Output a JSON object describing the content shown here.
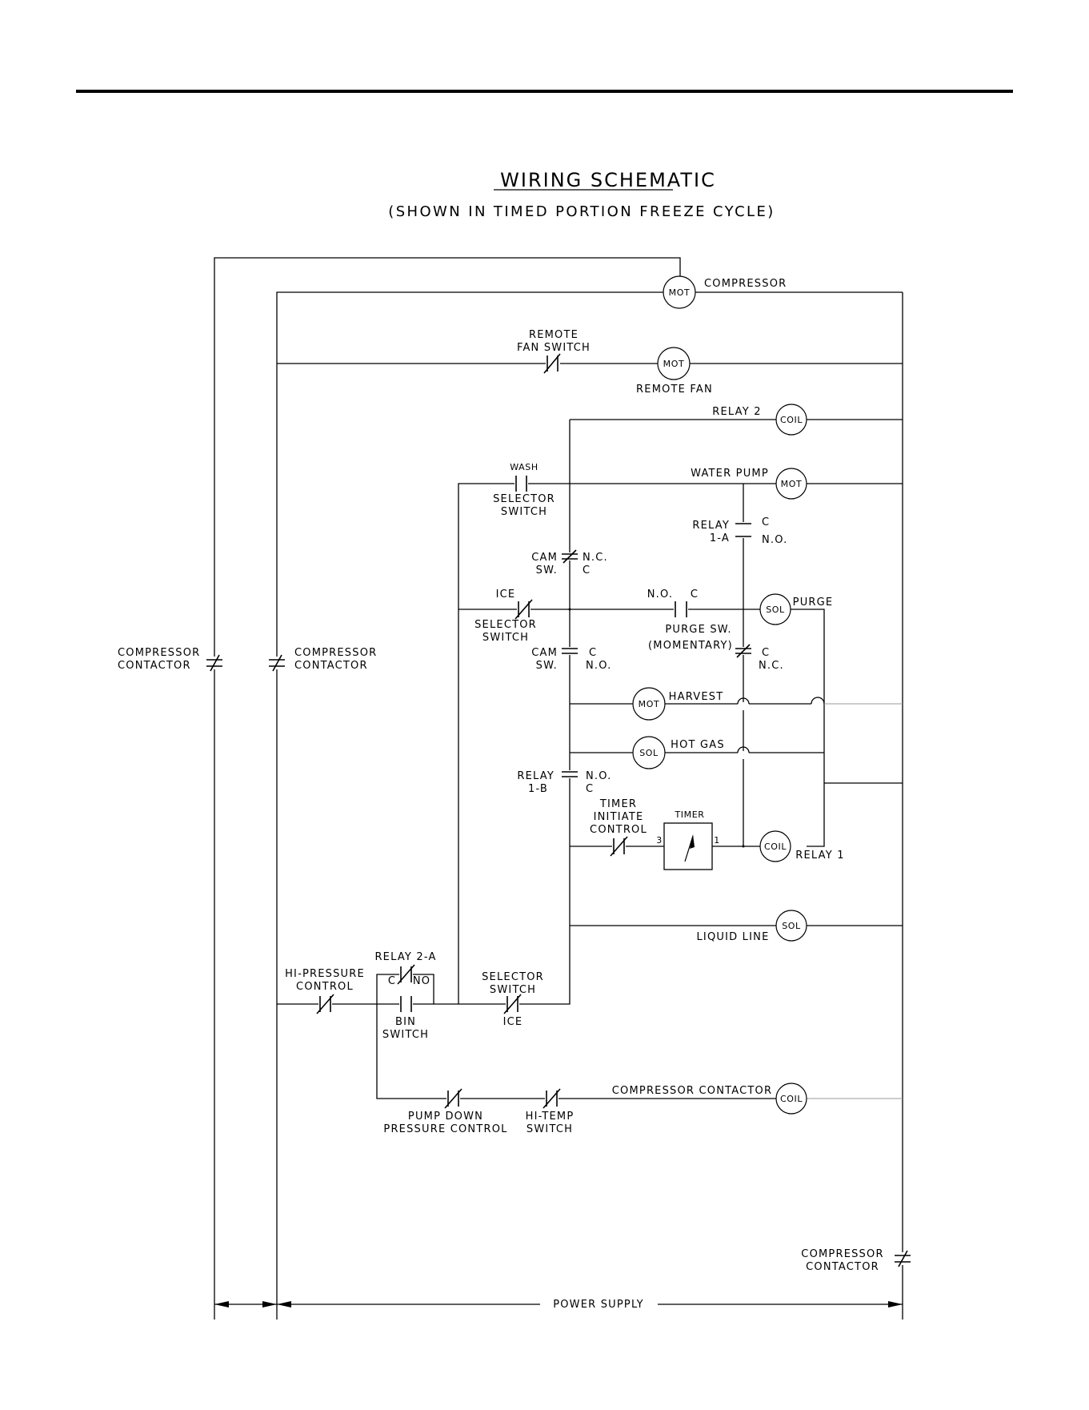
{
  "title": "WIRING SCHEMATIC",
  "subtitle": "(SHOWN IN TIMED PORTION FREEZE CYCLE)",
  "devices": {
    "compressor_motor": {
      "symbol": "MOT",
      "label": "COMPRESSOR"
    },
    "remote_fan_motor": {
      "symbol": "MOT",
      "label": "REMOTE FAN"
    },
    "relay2_coil": {
      "symbol": "COIL",
      "label": "RELAY 2"
    },
    "water_pump_motor": {
      "symbol": "MOT",
      "label": "WATER PUMP"
    },
    "purge_solenoid": {
      "symbol": "SOL",
      "label": "PURGE"
    },
    "harvest_motor": {
      "symbol": "MOT",
      "label": "HARVEST"
    },
    "hot_gas_solenoid": {
      "symbol": "SOL",
      "label": "HOT GAS"
    },
    "relay1_coil": {
      "symbol": "COIL",
      "label": "RELAY 1"
    },
    "liquid_line_solenoid": {
      "symbol": "SOL",
      "label": "LIQUID LINE"
    },
    "compressor_contactor_coil": {
      "symbol": "COIL",
      "label": "COMPRESSOR CONTACTOR"
    },
    "timer": {
      "label": "TIMER",
      "terminal_in": "3",
      "terminal_out": "1"
    }
  },
  "contacts": {
    "compressor_contactor_left": [
      "COMPRESSOR",
      "CONTACTOR"
    ],
    "compressor_contactor_mid": [
      "COMPRESSOR",
      "CONTACTOR"
    ],
    "compressor_contactor_right": [
      "COMPRESSOR",
      "CONTACTOR"
    ],
    "remote_fan_switch": [
      "REMOTE",
      "FAN SWITCH"
    ],
    "wash_selector": {
      "top": "WASH",
      "bottom": [
        "SELECTOR",
        "SWITCH"
      ]
    },
    "cam_switch_1": {
      "name": [
        "CAM",
        "SW."
      ],
      "terms": [
        "N.C.",
        "C"
      ]
    },
    "relay_1a": {
      "name": [
        "RELAY",
        "1-A"
      ],
      "terms": [
        "C",
        "N.O."
      ]
    },
    "ice_selector": {
      "top": "ICE",
      "bottom": [
        "SELECTOR",
        "SWITCH"
      ]
    },
    "purge_switch": {
      "terms": [
        "N.O.",
        "C"
      ],
      "name": [
        "PURGE SW.",
        "(MOMENTARY)"
      ]
    },
    "cam_switch_2": {
      "name": [
        "CAM",
        "SW."
      ],
      "terms": [
        "C",
        "N.O."
      ]
    },
    "relay_1a_nc": {
      "terms": [
        "C",
        "N.C."
      ]
    },
    "relay_1b": {
      "name": [
        "RELAY",
        "1-B"
      ],
      "terms": [
        "N.O.",
        "C"
      ]
    },
    "timer_initiate": [
      "TIMER",
      "INITIATE",
      "CONTROL"
    ],
    "hi_pressure": [
      "HI-PRESSURE",
      "CONTROL"
    ],
    "relay_2a": {
      "name": "RELAY 2-A",
      "terms": [
        "C",
        "NO"
      ]
    },
    "bin_switch": [
      "BIN",
      "SWITCH"
    ],
    "ice_selector_bottom": {
      "top": [
        "SELECTOR",
        "SWITCH"
      ],
      "bottom": "ICE"
    },
    "pump_down": [
      "PUMP DOWN",
      "PRESSURE CONTROL"
    ],
    "hi_temp": [
      "HI-TEMP",
      "SWITCH"
    ]
  },
  "power_supply": "POWER SUPPLY"
}
